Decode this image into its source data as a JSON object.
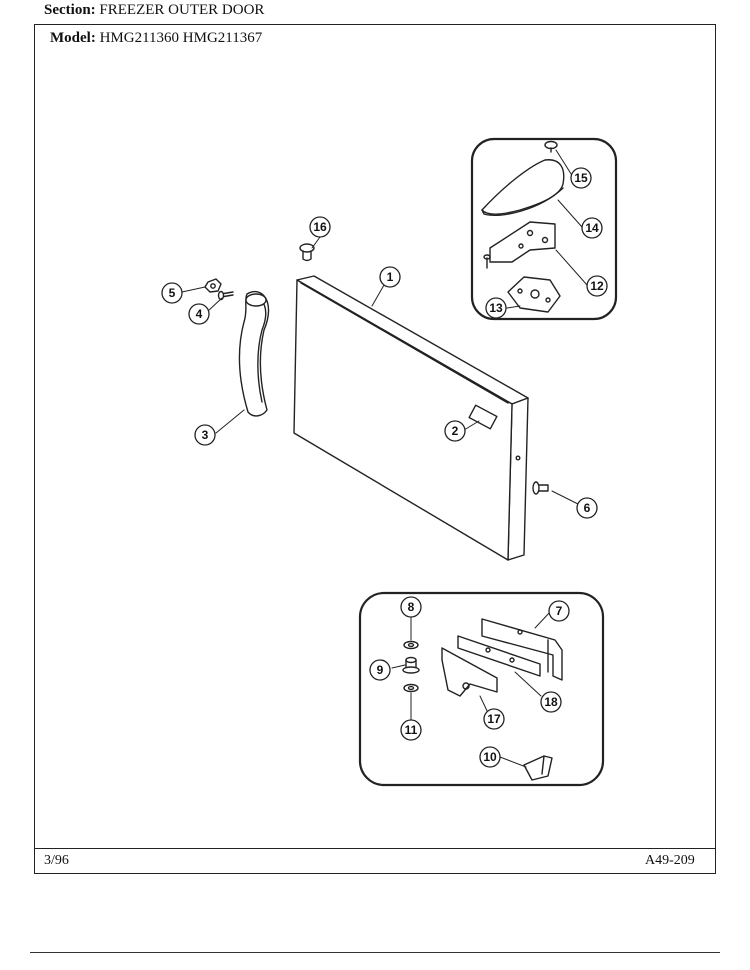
{
  "header": {
    "section_label": "Section:",
    "section_value": "FREEZER OUTER DOOR",
    "model_label": "Model:",
    "model_value": "HMG211360 HMG211367"
  },
  "footer": {
    "date": "3/96",
    "code": "A49-209"
  },
  "callouts": {
    "c1": "1",
    "c2": "2",
    "c3": "3",
    "c4": "4",
    "c5": "5",
    "c6": "6",
    "c7": "7",
    "c8": "8",
    "c9": "9",
    "c10": "10",
    "c11": "11",
    "c12": "12",
    "c13": "13",
    "c14": "14",
    "c15": "15",
    "c16": "16",
    "c17": "17",
    "c18": "18"
  }
}
